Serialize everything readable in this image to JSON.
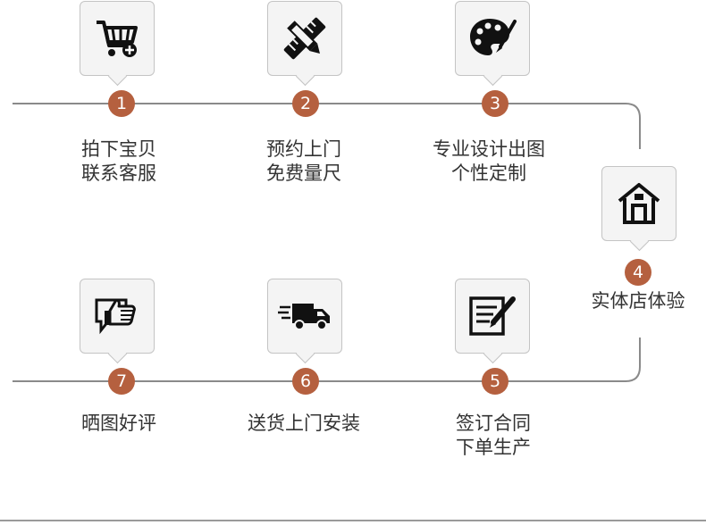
{
  "colors": {
    "badge": "#b5603f",
    "line": "#8a8a8a",
    "box_bg": "#f4f4f4",
    "text": "#333333"
  },
  "steps": [
    {
      "num": "1",
      "icon": "shopping-cart-icon",
      "line1": "拍下宝贝",
      "line2": "联系客服"
    },
    {
      "num": "2",
      "icon": "ruler-pencil-icon",
      "line1": "预约上门",
      "line2": "免费量尺"
    },
    {
      "num": "3",
      "icon": "palette-icon",
      "line1": "专业设计出图",
      "line2": "个性定制"
    },
    {
      "num": "4",
      "icon": "house-icon",
      "line1": "实体店体验",
      "line2": ""
    },
    {
      "num": "5",
      "icon": "contract-sign-icon",
      "line1": "签订合同",
      "line2": "下单生产"
    },
    {
      "num": "6",
      "icon": "delivery-truck-icon",
      "line1": "送货上门安装",
      "line2": ""
    },
    {
      "num": "7",
      "icon": "thumbs-up-review-icon",
      "line1": "晒图好评",
      "line2": ""
    }
  ]
}
